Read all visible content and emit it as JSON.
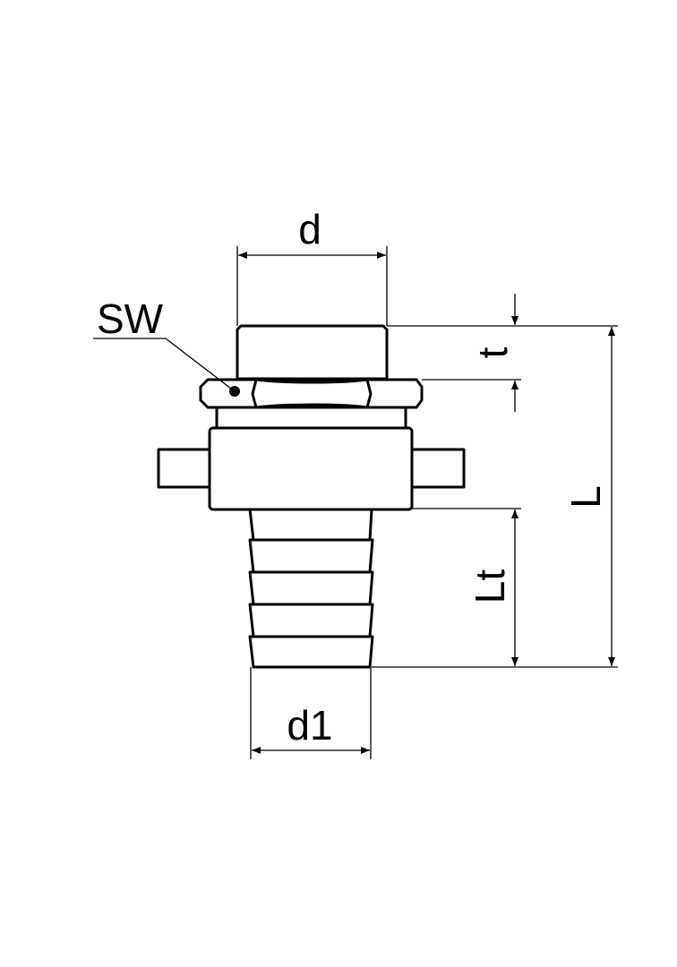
{
  "drawing": {
    "labels": {
      "d": "d",
      "sw": "SW",
      "t": "t",
      "L": "L",
      "Lt": "Lt",
      "d1": "d1"
    },
    "line_color": "#000000",
    "background": "#ffffff"
  }
}
